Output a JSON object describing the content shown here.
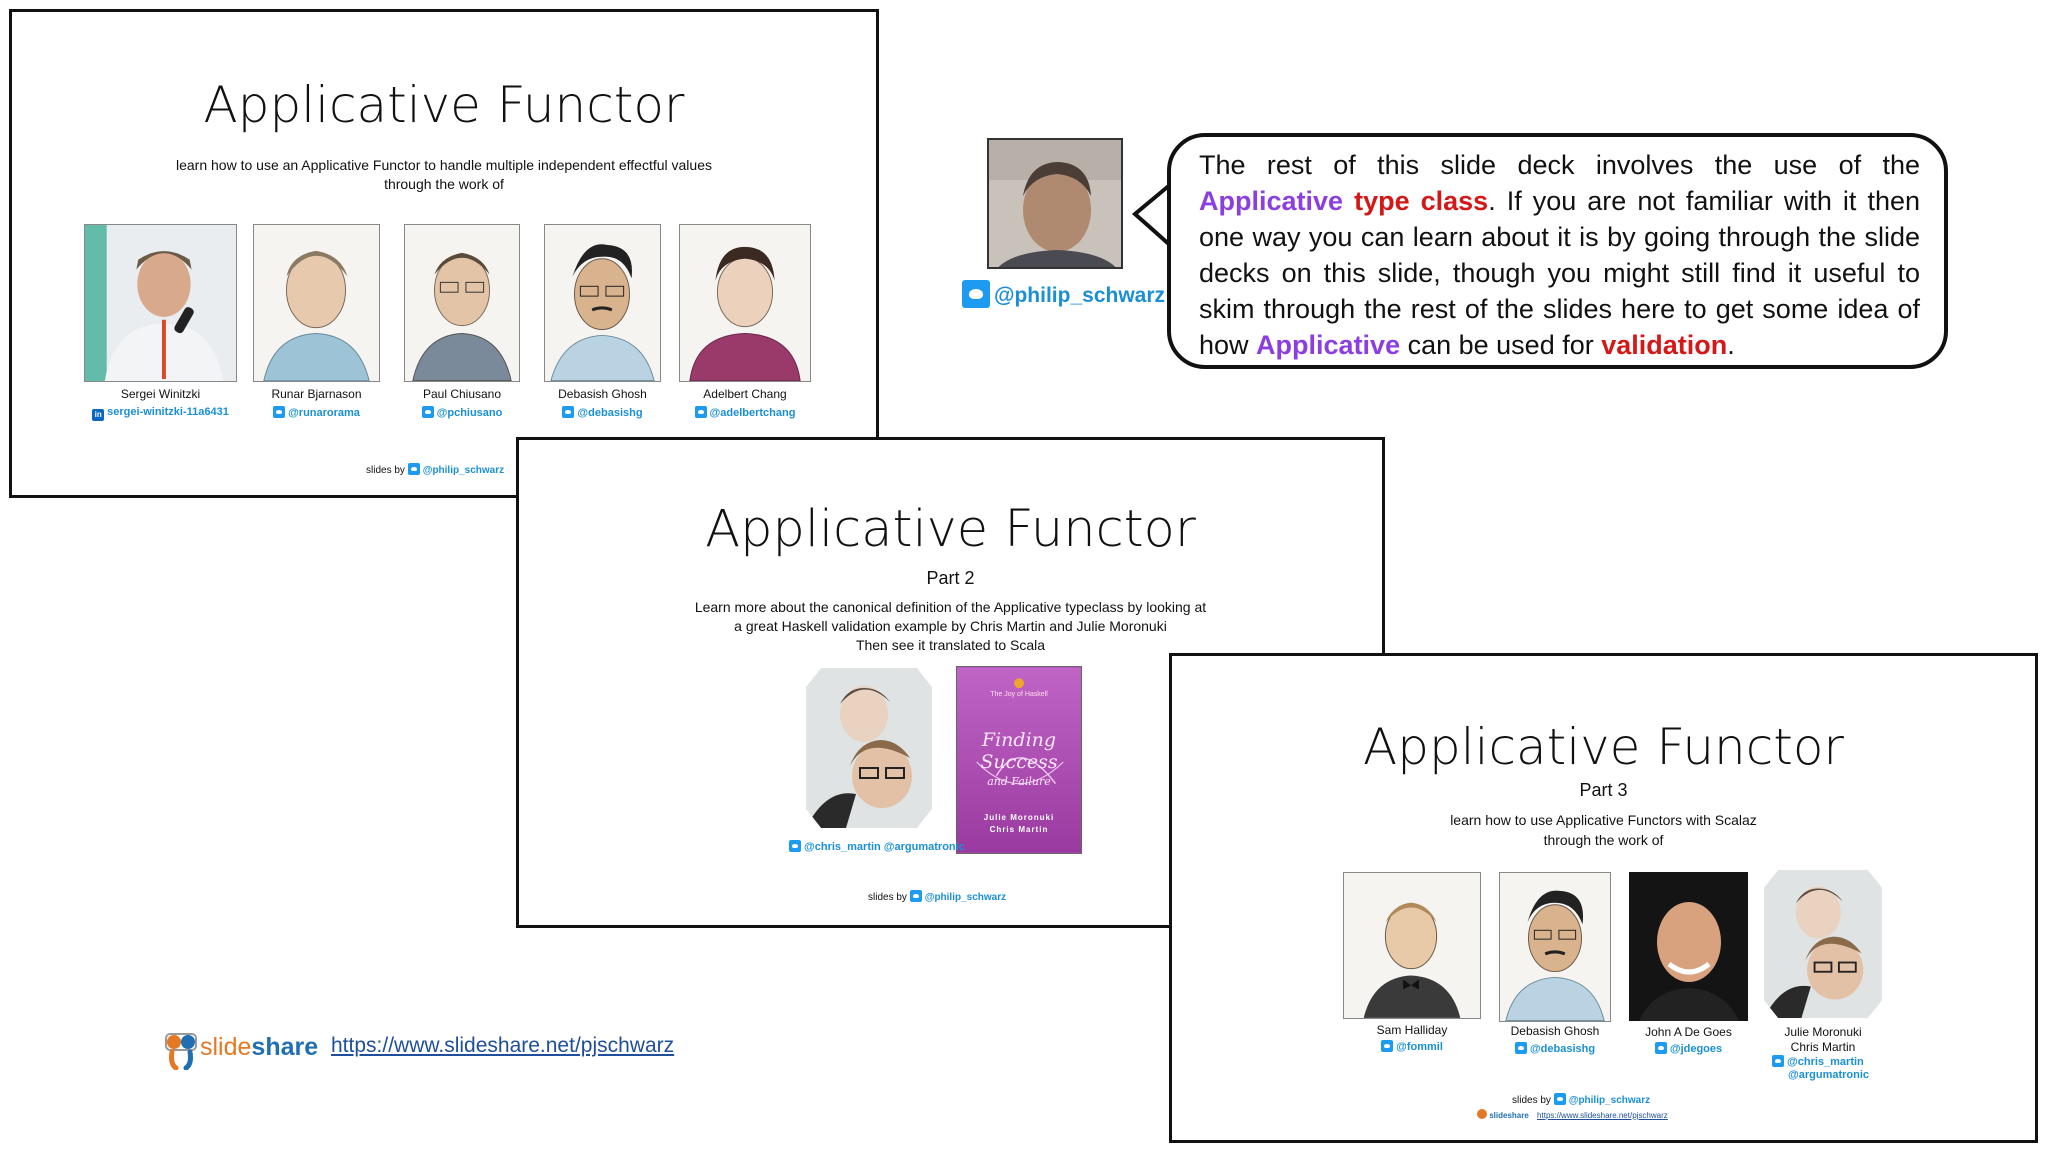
{
  "slide1": {
    "title": "Applicative Functor",
    "subtitle_line1": "learn how to use an Applicative Functor to handle multiple independent effectful values",
    "subtitle_line2": "through the work of",
    "people": [
      {
        "name": "Sergei Winitzki",
        "handle": "sergei-winitzki-11a6431",
        "icon": "linkedin-icon"
      },
      {
        "name": "Runar Bjarnason",
        "handle": "@runarorama",
        "icon": "twitter-icon"
      },
      {
        "name": "Paul Chiusano",
        "handle": "@pchiusano",
        "icon": "twitter-icon"
      },
      {
        "name": "Debasish Ghosh",
        "handle": "@debasishg",
        "icon": "twitter-icon"
      },
      {
        "name": "Adelbert Chang",
        "handle": "@adelbertchang",
        "icon": "twitter-icon"
      }
    ],
    "slides_by_label": "slides by",
    "slides_by_handle": "@philip_schwarz"
  },
  "bubble": {
    "t1": "The rest of this slide deck involves the use of the ",
    "applicative": "Applicative",
    "type_class": "type class",
    "t2": ". If you are not familiar with it then one way you can learn about it is by going through the slide decks on this slide, though you might still find it useful to skim through the rest of the slides here to get some idea of how ",
    "applicative2": "Applicative",
    "t3": " can be used for ",
    "validation": "validation",
    "t4": "."
  },
  "author": {
    "handle": "@philip_schwarz"
  },
  "slide2": {
    "title": "Applicative Functor",
    "part": "Part 2",
    "line1": "Learn more about the canonical definition of the Applicative typeclass by looking at",
    "line2": "a great Haskell validation example by Chris Martin and Julie Moronuki",
    "line3": "Then see it translated to Scala",
    "handles": "@chris_martin @argumatronic",
    "book_title": "Finding Success",
    "book_sub": "and Failure",
    "book_series": "The Joy of Haskell",
    "book_author1": "Julie Moronuki",
    "book_author2": "Chris Martin",
    "slides_by_label": "slides by",
    "slides_by_handle": "@philip_schwarz"
  },
  "slide3": {
    "title": "Applicative Functor",
    "part": "Part 3",
    "line1": "learn how to use Applicative Functors with Scalaz",
    "line2": "through the work of",
    "people": [
      {
        "name": "Sam Halliday",
        "handle": "@fommil"
      },
      {
        "name": "Debasish Ghosh",
        "handle": "@debasishg"
      },
      {
        "name": "John A De Goes",
        "handle": "@jdegoes"
      },
      {
        "name": "Julie Moronuki",
        "name2": "Chris Martin",
        "handle": "@chris_martin",
        "handle2": "@argumatronic"
      }
    ],
    "slides_by_label": "slides by",
    "slides_by_handle": "@philip_schwarz",
    "ss_brand": "slideshare",
    "ss_url": "https://www.slideshare.net/pjschwarz"
  },
  "footer": {
    "brand_slide": "slide",
    "brand_share": "share",
    "url": "https://www.slideshare.net/pjschwarz"
  },
  "colors": {
    "purple": "#8b3fe0",
    "red": "#d41818",
    "twitter": "#1d9bf0",
    "link": "#1f4e9a"
  }
}
